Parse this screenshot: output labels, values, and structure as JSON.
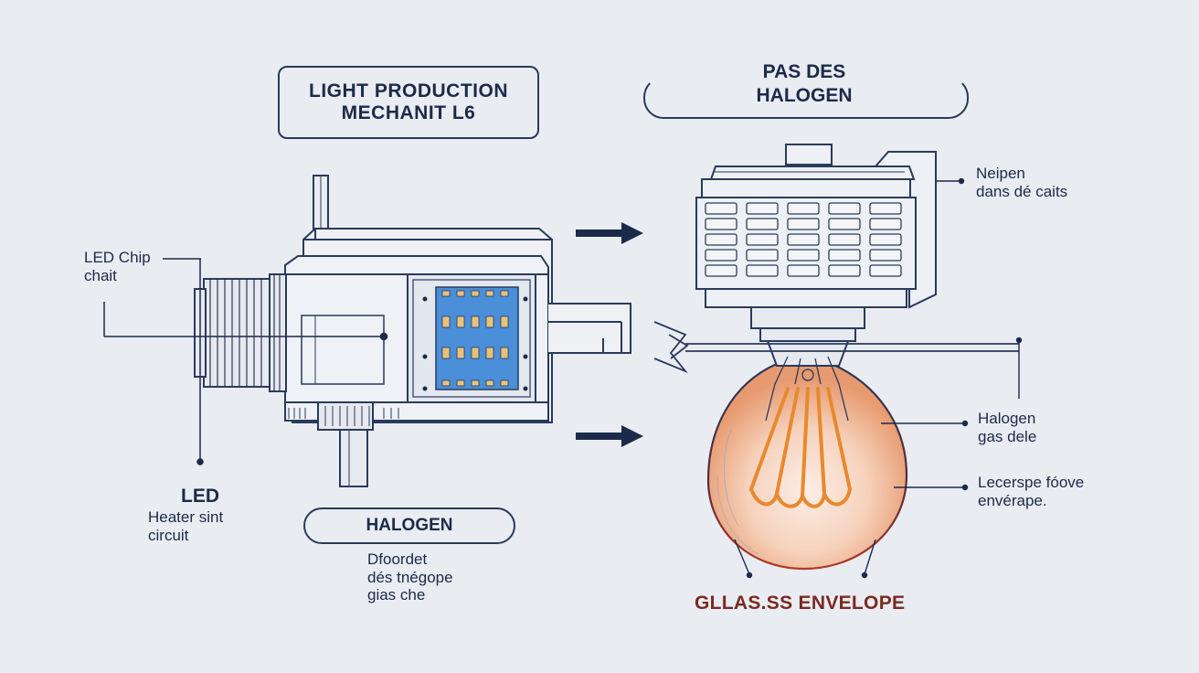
{
  "title_box": {
    "line1": "LIGHT PRODUCTION",
    "line2": "MECHANIT L6"
  },
  "halogen_title": {
    "line1": "PAS DES",
    "line2": "HALOGEN"
  },
  "halogen_pill": {
    "label": "HALOGEN"
  },
  "led_labels": {
    "chip_line1": "LED Chip",
    "chip_line2": "chait",
    "led": "LED",
    "heater_line1": "Heater sint",
    "heater_line2": "circuit"
  },
  "middle_note": {
    "line1": "Dfoordet",
    "line2": "dés tnégope",
    "line3": "gias che"
  },
  "bulb_labels": {
    "top_line1": "Neipen",
    "top_line2": "dans dé caits",
    "gas_line1": "Halogen",
    "gas_line2": "gas dele",
    "env_line1": "Lecerspe fóove",
    "env_line2": "envérape.",
    "glass": "GLLAS.SS ENVELOPE"
  },
  "colors": {
    "background": "#e9ecf1",
    "ink": "#2a3a5c",
    "chip_blue": "#4a8fd8",
    "filament_orange": "#e8892e",
    "glow": "#f2b48a",
    "glass_text": "#7a2a22"
  },
  "icons": [
    "right-arrow-icon",
    "right-arrow-icon"
  ]
}
